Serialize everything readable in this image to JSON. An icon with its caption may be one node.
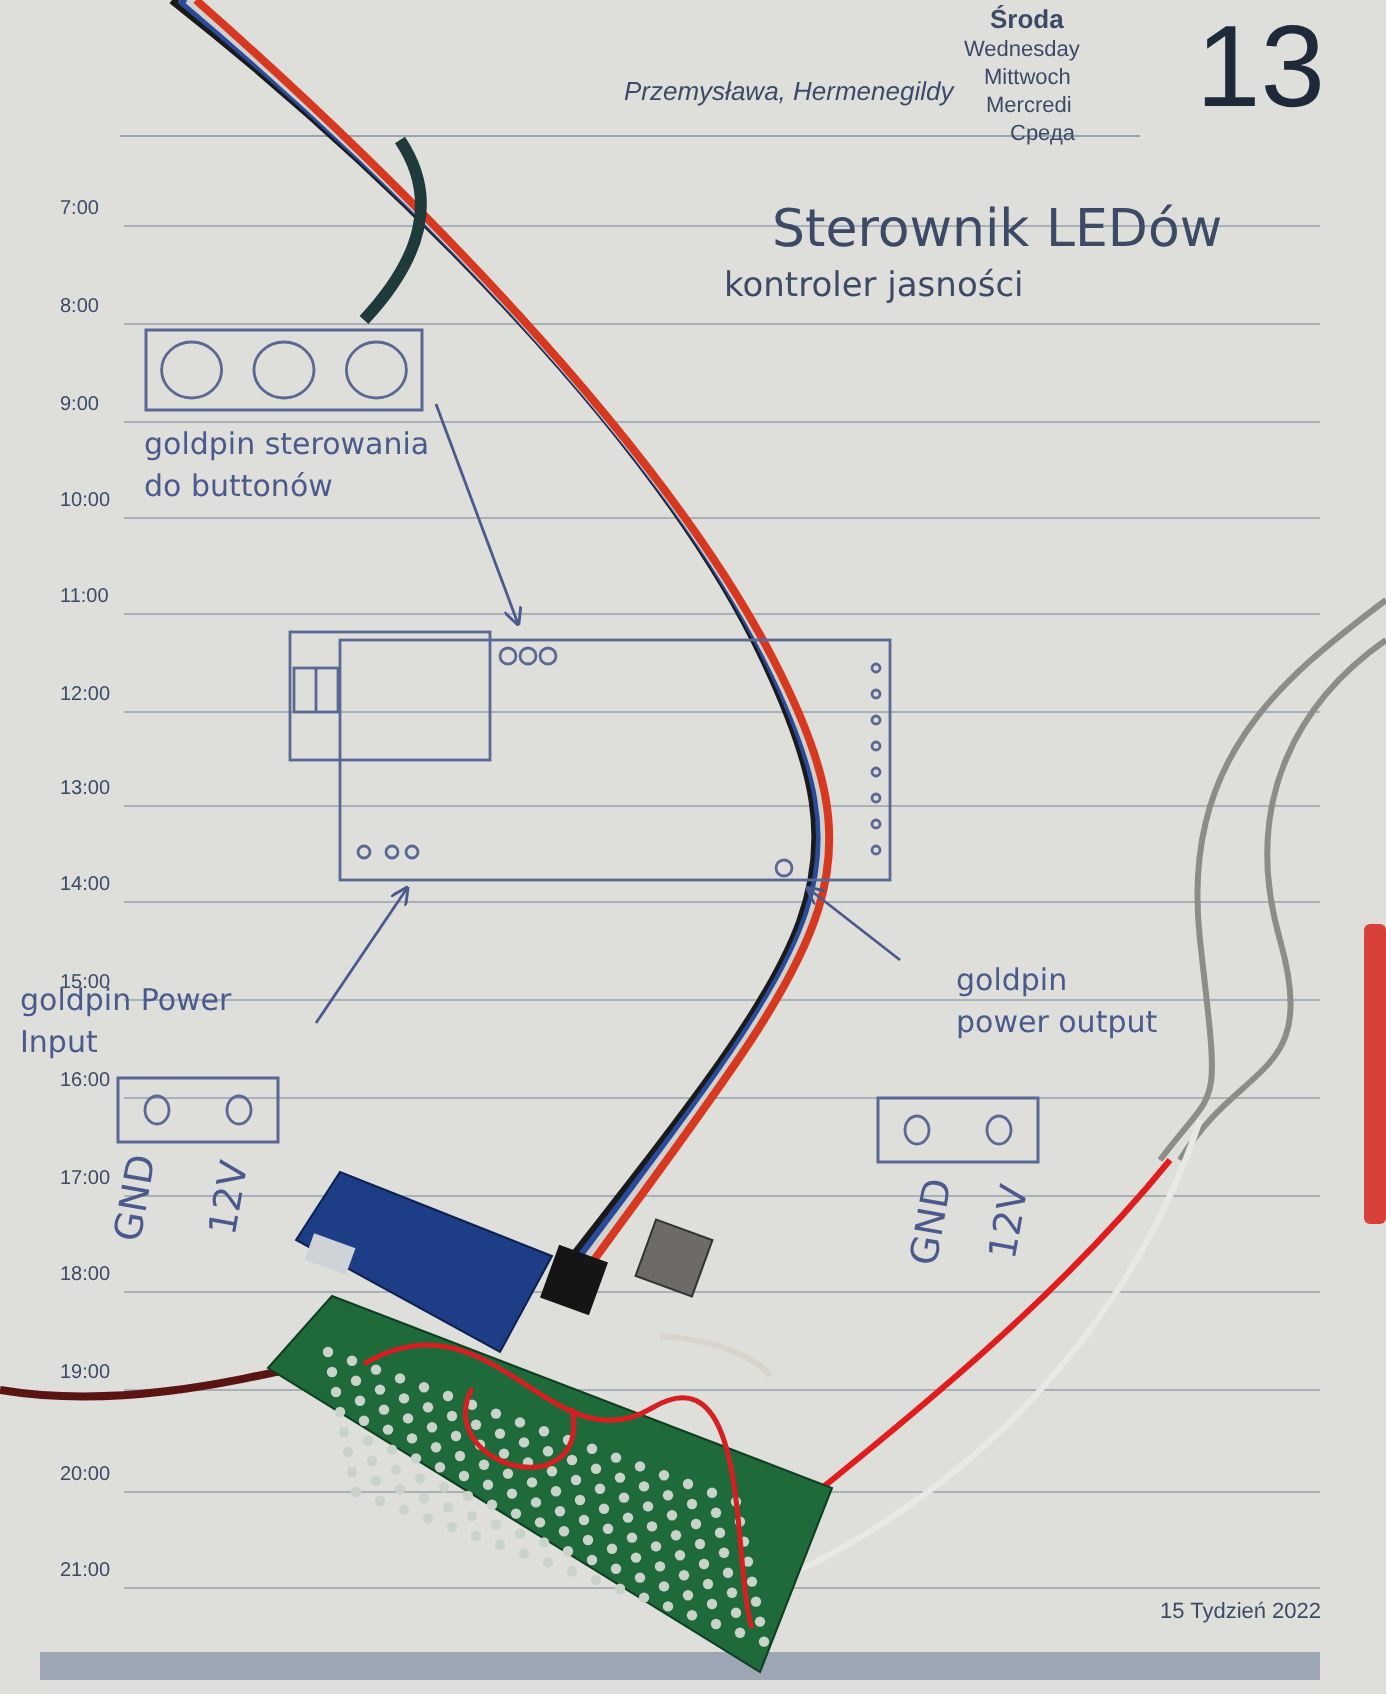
{
  "diagram": {
    "title": "Sterownik LEDów",
    "nodes": [
      {
        "text": [
          "goldpin sterowania do buttonów"
        ]
      },
      {
        "text": [],
        "shape": "box"
      },
      {
        "text": [
          "goldpin Power Input"
        ],
        "beside": [
          "GND",
          "12V"
        ]
      },
      {
        "text": [
          "goldpin power output"
        ],
        "beside": [
          "GND",
          "12V"
        ]
      },
      {
        "text": [],
        "shape": "picture"
      }
    ],
    "edges": [
      {
        "from": 0,
        "to": 1,
        "arrow": "to"
      },
      {
        "from": 2,
        "to": 1,
        "arrow": "to"
      },
      {
        "from": 3,
        "to": 1,
        "arrow": "to"
      }
    ],
    "labels": [
      "Środa",
      "Wednesday",
      "Mittwoch",
      "Mercredi",
      "Среда",
      "13",
      "Przemysława, Hermenegildy",
      "kontroler jasności",
      "7:00",
      "8:00",
      "9:00",
      "10:00",
      "11:00",
      "12:00",
      "13:00",
      "14:00",
      "15:00",
      "16:00",
      "17:00",
      "18:00",
      "19:00",
      "20:00",
      "21:00",
      "15 Tydzień 2022"
    ]
  }
}
